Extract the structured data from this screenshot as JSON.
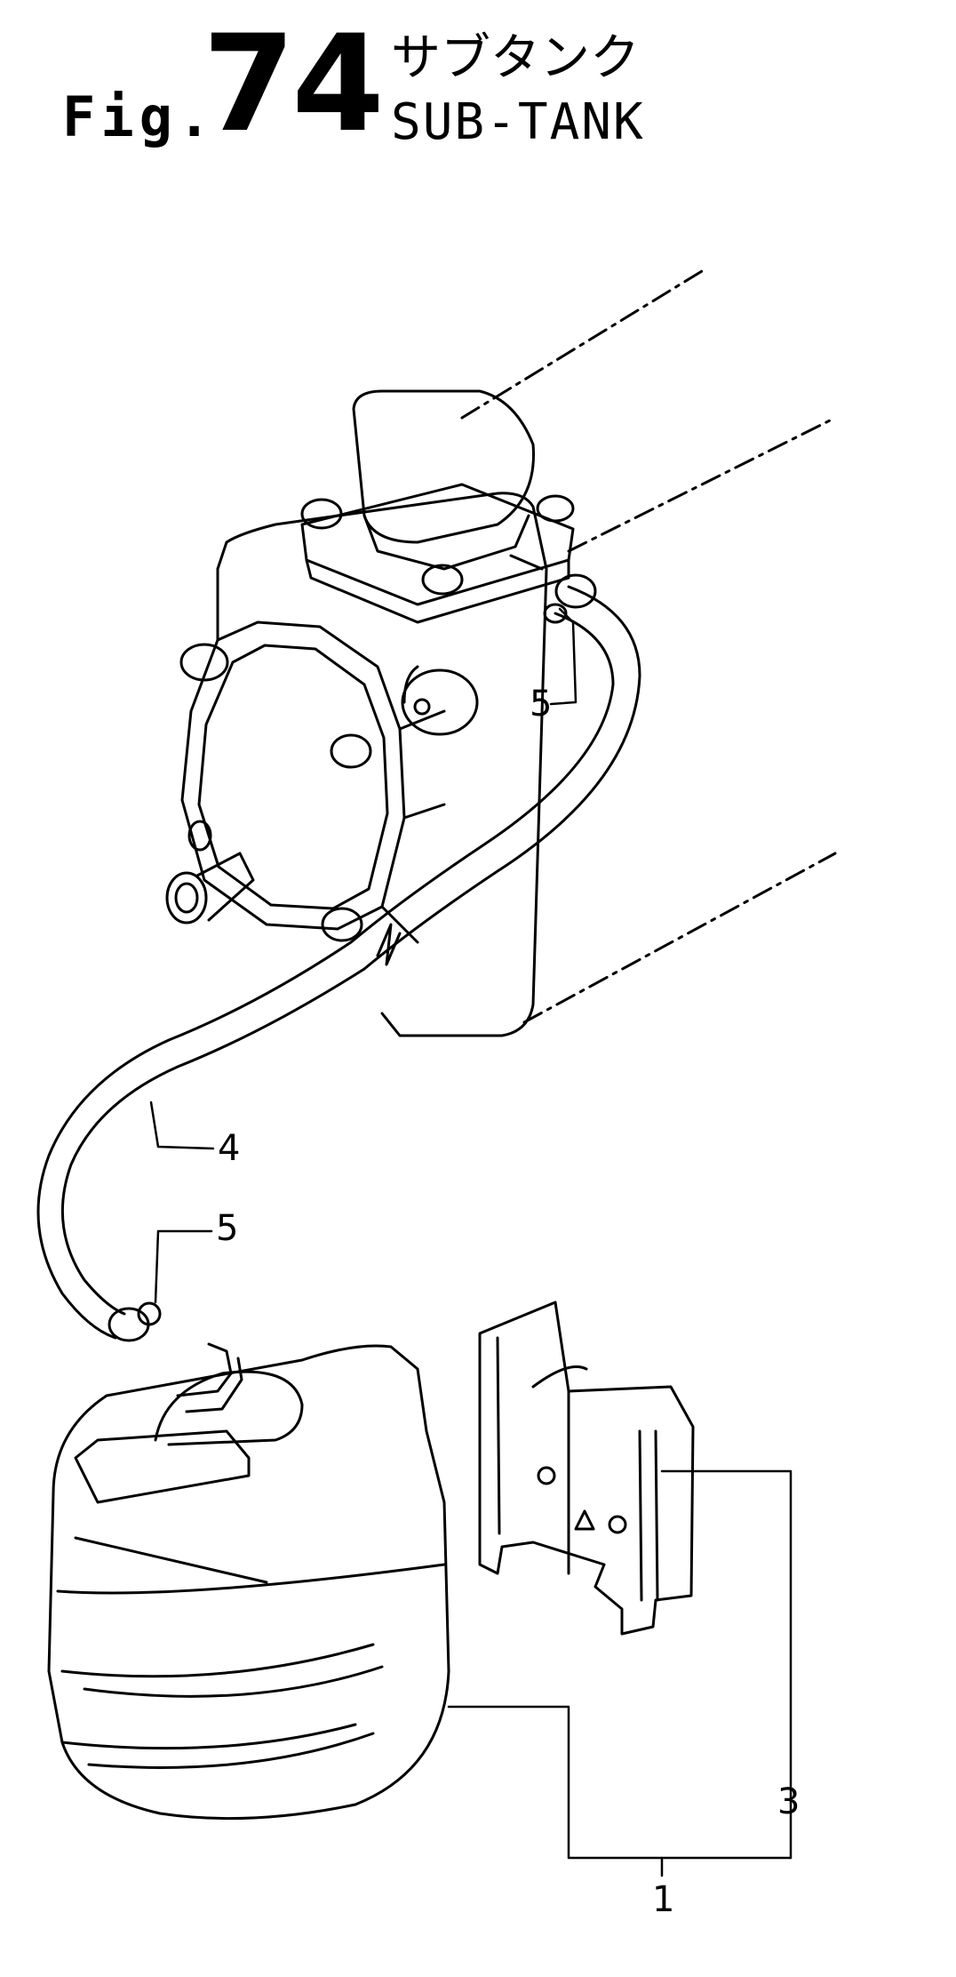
{
  "figure": {
    "prefix": "Fig.",
    "number": "74",
    "title_jp": "サブタンク",
    "title_en": "SUB-TANK"
  },
  "callouts": [
    {
      "id": "5a",
      "label": "5"
    },
    {
      "id": "4",
      "label": "4"
    },
    {
      "id": "5b",
      "label": "5"
    },
    {
      "id": "3",
      "label": "3"
    },
    {
      "id": "1",
      "label": "1"
    }
  ]
}
